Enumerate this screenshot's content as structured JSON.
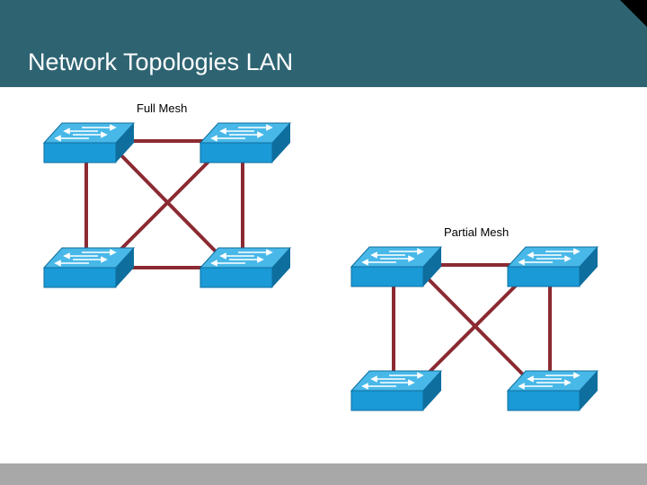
{
  "slide": {
    "title": "Network Topologies LAN"
  },
  "diagrams": {
    "full_mesh_label": "Full Mesh",
    "partial_mesh_label": "Partial Mesh"
  },
  "colors": {
    "header": "#2e6472",
    "link": "#8b2a32",
    "switch_front": "#1a9ad6",
    "switch_top": "#48b8e8",
    "switch_side": "#0e6e9e",
    "footer": "#a8a8a8"
  },
  "icons": [
    "switch-icon"
  ]
}
